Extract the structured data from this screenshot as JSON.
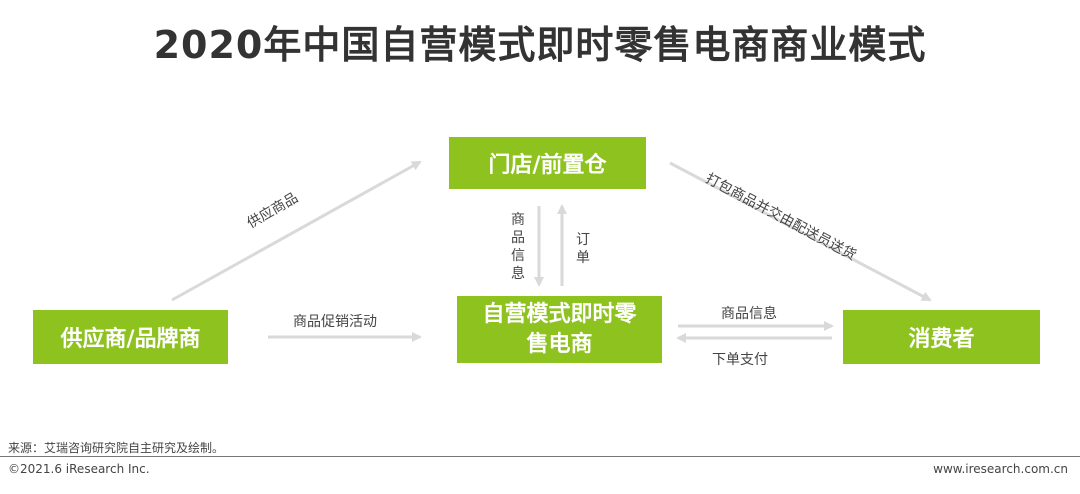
{
  "title": "2020年中国自营模式即时零售电商商业模式",
  "nodes": {
    "store": "门店/前置仓",
    "supplier": "供应商/品牌商",
    "platform": "自营模式即时零售电商",
    "consumer": "消费者"
  },
  "edges": {
    "supply_goods": "供应商品",
    "promotion": "商品促销活动",
    "pack_deliver": "打包商品并交由配送员送货",
    "product_info_down": "商品信息",
    "order_up": "订单",
    "product_info_right": "商品信息",
    "order_pay": "下单支付"
  },
  "footer": {
    "source": "来源：艾瑞咨询研究院自主研究及绘制。",
    "copyright": "©2021.6 iResearch Inc.",
    "website": "www.iresearch.com.cn"
  },
  "colors": {
    "box": "#8dc21f",
    "arrow": "#d9d9d9",
    "text": "#333333"
  }
}
